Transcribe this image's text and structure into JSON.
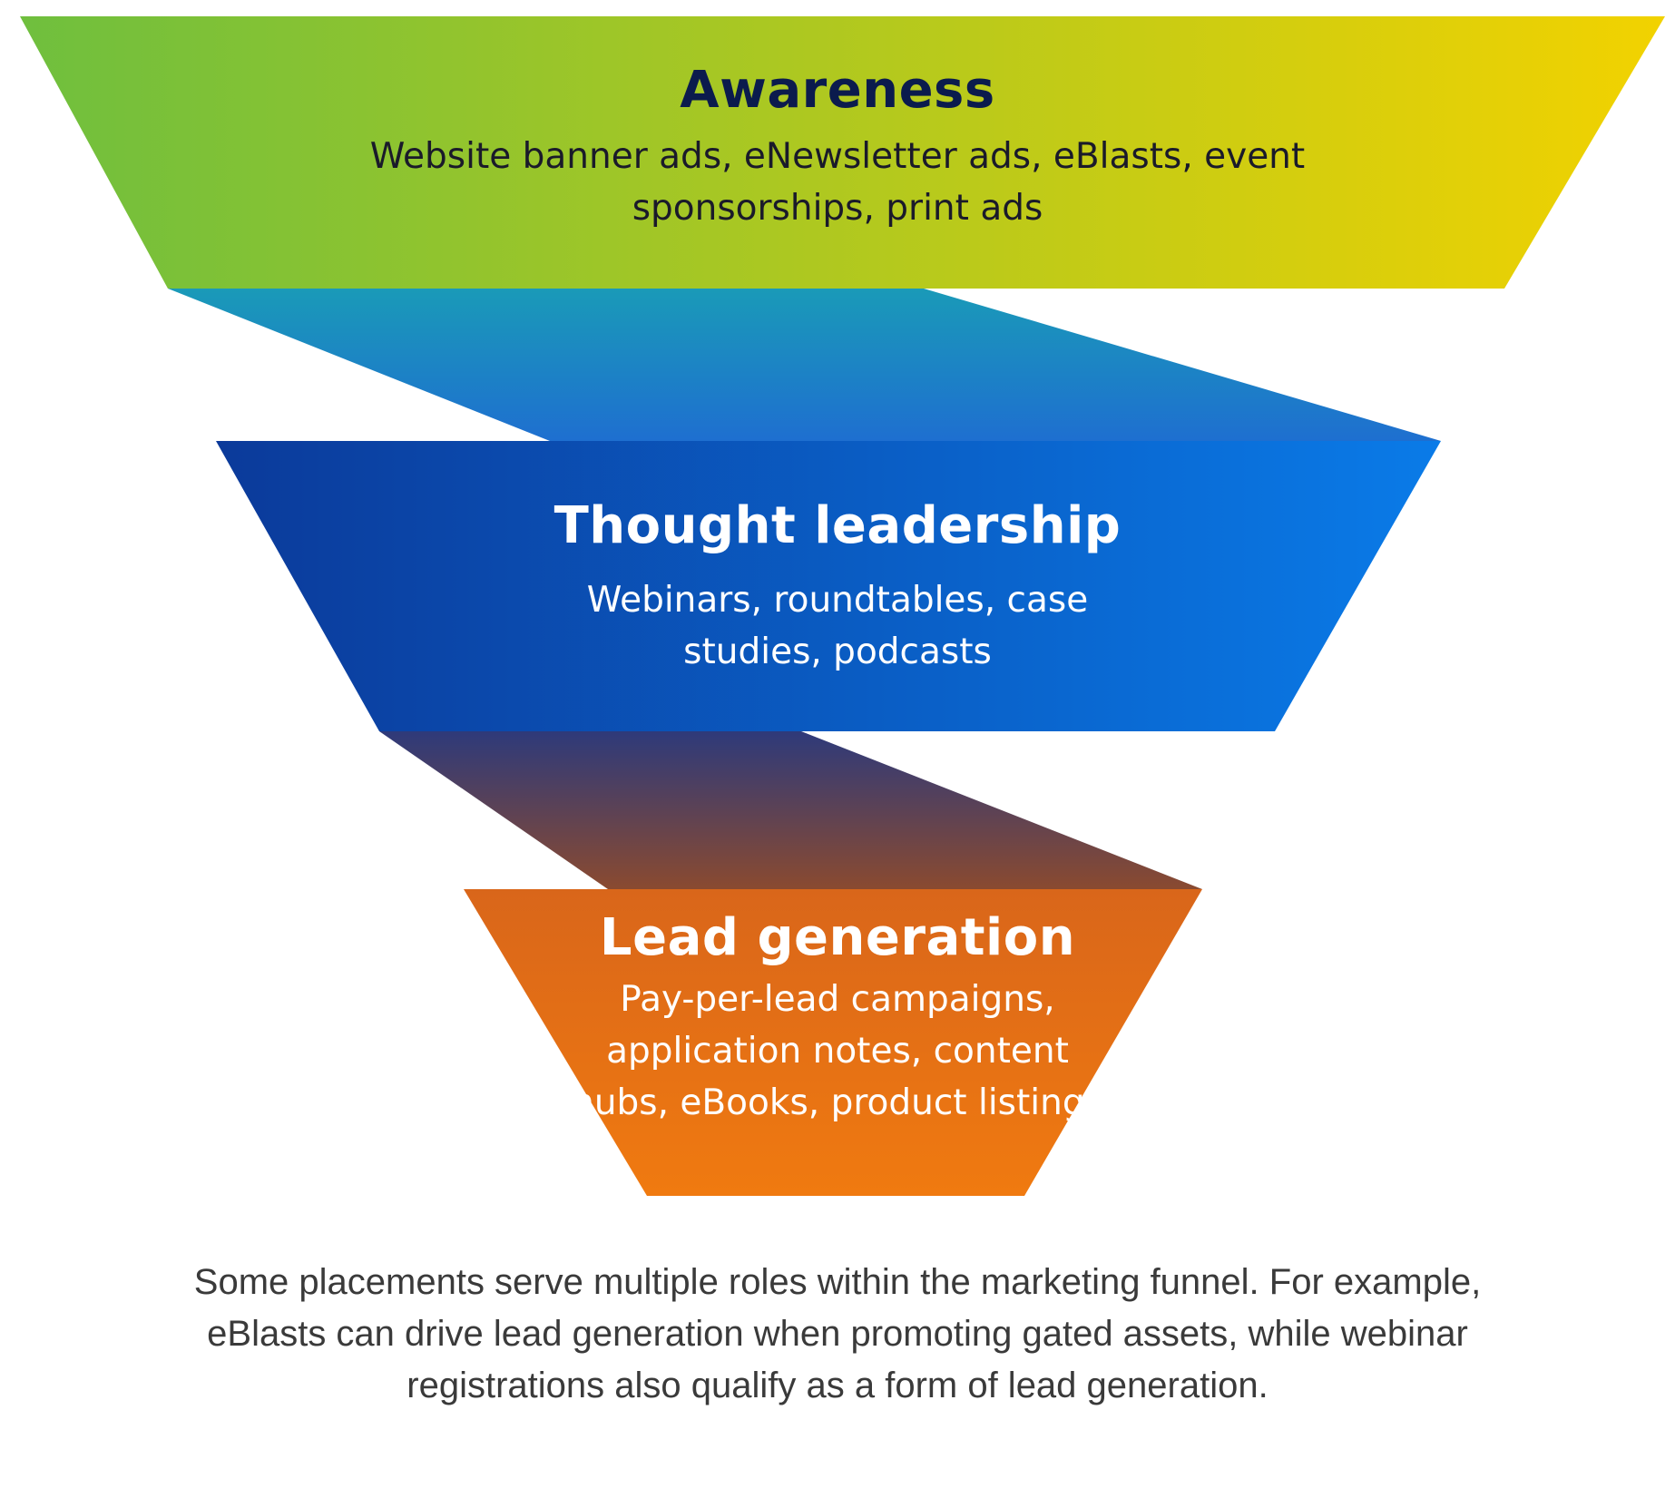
{
  "funnel": {
    "stages": [
      {
        "title": "Awareness",
        "description": "Website banner ads, eNewsletter ads, eBlasts, event sponsorships, print ads",
        "colors": {
          "left": "#6FBF3E",
          "right": "#F2D200",
          "title": "#0B1B4D",
          "text": "#1A1A2A"
        }
      },
      {
        "title": "Thought leadership",
        "description": "Webinars, roundtables, case studies, podcasts",
        "colors": {
          "left": "#0B3A9A",
          "right": "#0A7BE8",
          "title": "#FFFFFF",
          "text": "#FFFFFF"
        }
      },
      {
        "title": "Lead generation",
        "description": "Pay-per-lead campaigns, application notes, content hubs, eBooks, product listings",
        "colors": {
          "left": "#D9661A",
          "right": "#F07A10",
          "title": "#FFFFFF",
          "text": "#FFFFFF"
        }
      }
    ],
    "connectors": [
      {
        "colors": {
          "top": "#1A9AB8",
          "bottom": "#1E6FD0"
        }
      },
      {
        "colors": {
          "top": "#2E3A7A",
          "bottom": "#8A4A30"
        }
      }
    ]
  },
  "caption": "Some placements serve multiple roles within the marketing funnel. For example, eBlasts can drive lead generation when promoting gated assets, while webinar registrations also qualify as a form of lead generation.",
  "colors": {
    "caption": "#3A3A3A",
    "background": "#FFFFFF"
  }
}
